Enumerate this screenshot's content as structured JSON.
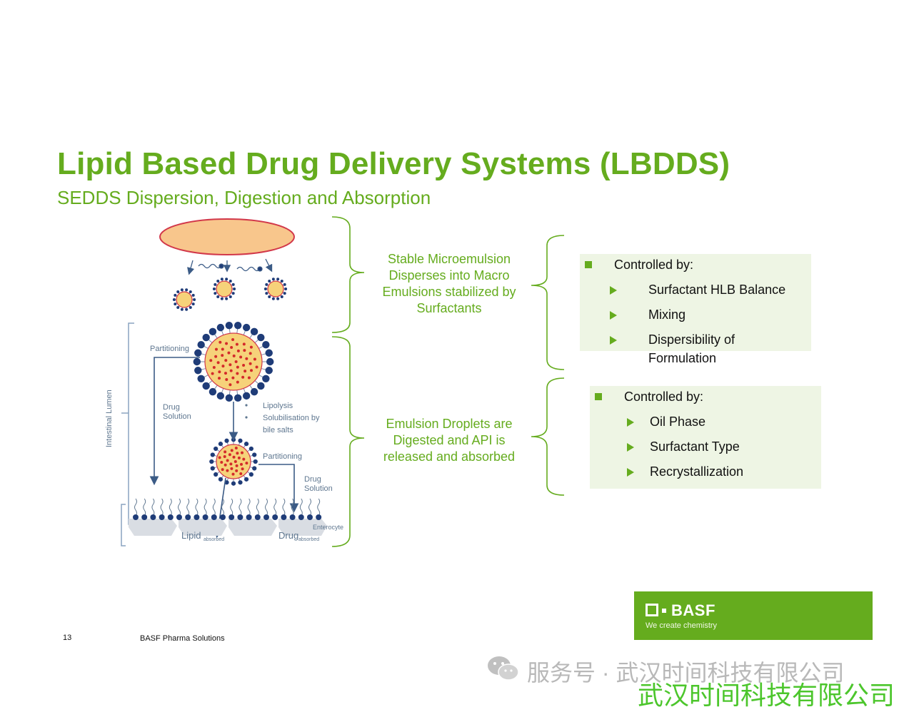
{
  "slide": {
    "title": "Lipid Based Drug Delivery Systems (LBDDS)",
    "subtitle": "SEDDS Dispersion, Digestion and Absorption"
  },
  "diagram": {
    "partitioning_top": "Partitioning",
    "drug_solution_left": "Drug\nSolution",
    "lipolysis_lines": [
      "Lipolysis",
      "Solubilisation by",
      "bile salts"
    ],
    "partitioning_bottom": "Partitioning",
    "drug_solution_right": "Drug\nSolution",
    "intestinal_lumen": "Intestinal Lumen",
    "enterocyte": "Enterocyte",
    "lipid": "Lipid",
    "lipid_sub": "absorbed",
    "drug": "Drug",
    "drug_sub": "absorbed"
  },
  "middle": {
    "top_text": "Stable Microemulsion Disperses into Macro Emulsions stabilized by Surfactants",
    "bottom_text": "Emulsion Droplets are Digested and API is released and absorbed"
  },
  "box_top": {
    "heading": "Controlled by:",
    "items": [
      "Surfactant HLB Balance",
      "Mixing",
      "Dispersibility of",
      "Formulation"
    ]
  },
  "box_bottom": {
    "heading": "Controlled by:",
    "items": [
      "Oil Phase",
      "Surfactant Type",
      "Recrystallization"
    ]
  },
  "footer": {
    "page_number": "13",
    "company": "BASF Pharma Solutions"
  },
  "logo": {
    "wordmark": "BASF",
    "tagline": "We create chemistry"
  },
  "watermark": {
    "line1": "服务号 · 武汉时间科技有限公司",
    "line2": "武汉时间科技有限公司"
  },
  "colors": {
    "accent": "#65ac1e",
    "box_background": "#eef5e4",
    "oil_droplet": "#f8c68c",
    "droplet_core": "#f6d27a",
    "drug_dot": "#d42a2a",
    "surfactant_head": "#1f3c78"
  }
}
